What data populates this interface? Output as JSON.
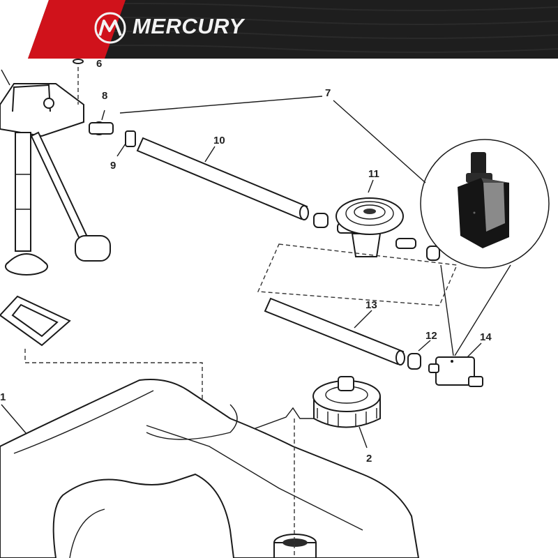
{
  "header": {
    "brand_name": "MERCURY",
    "logo_icon": "mercury-m-logo-icon",
    "colors": {
      "banner": "#1e1e1e",
      "accent": "#d0121b",
      "text": "#f2f2f2"
    }
  },
  "diagram": {
    "callouts": [
      "1",
      "2",
      "6",
      "7",
      "8",
      "9",
      "10",
      "11",
      "12",
      "13",
      "14"
    ],
    "inset_part": "14"
  }
}
